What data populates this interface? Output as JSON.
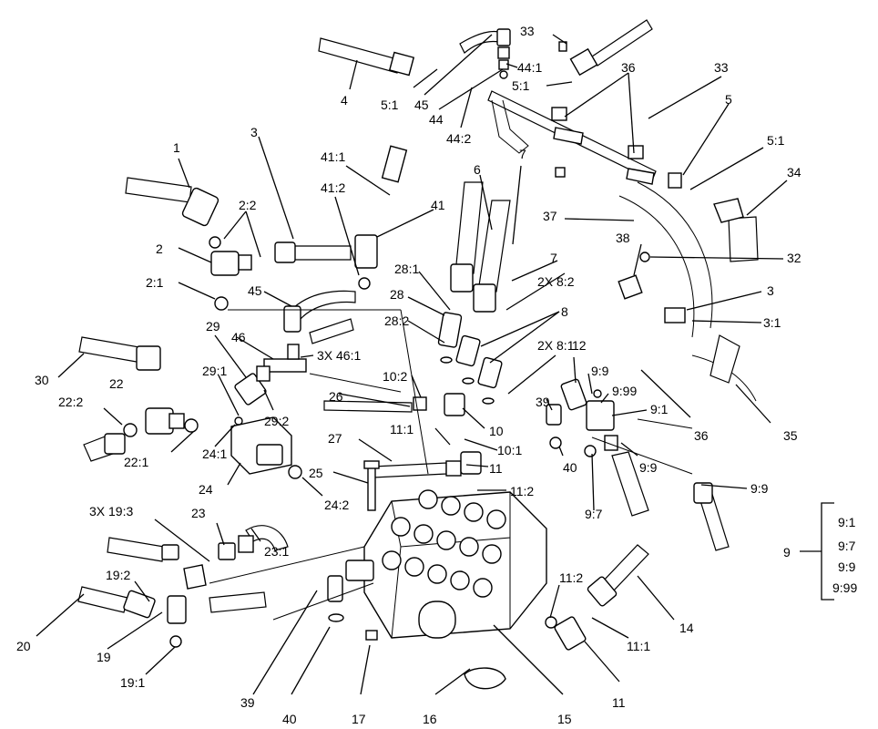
{
  "callouts": [
    {
      "text": "33"
    },
    {
      "text": "44:1"
    },
    {
      "text": "36"
    },
    {
      "text": "33"
    },
    {
      "text": "5:1"
    },
    {
      "text": "4"
    },
    {
      "text": "5:1"
    },
    {
      "text": "45"
    },
    {
      "text": "44"
    },
    {
      "text": "44:2"
    },
    {
      "text": "5"
    },
    {
      "text": "5:1"
    },
    {
      "text": "34"
    },
    {
      "text": "1"
    },
    {
      "text": "3"
    },
    {
      "text": "41:1"
    },
    {
      "text": "2:2"
    },
    {
      "text": "6"
    },
    {
      "text": "7"
    },
    {
      "text": "41:2"
    },
    {
      "text": "41"
    },
    {
      "text": "37"
    },
    {
      "text": "38"
    },
    {
      "text": "32"
    },
    {
      "text": "2"
    },
    {
      "text": "7"
    },
    {
      "text": "28:1"
    },
    {
      "text": "2X 8:2"
    },
    {
      "text": "2:1"
    },
    {
      "text": "45"
    },
    {
      "text": "28"
    },
    {
      "text": "3"
    },
    {
      "text": "3:1"
    },
    {
      "text": "8"
    },
    {
      "text": "28:2"
    },
    {
      "text": "29"
    },
    {
      "text": "46"
    },
    {
      "text": "3X 46:1"
    },
    {
      "text": "2X 8:1"
    },
    {
      "text": "12"
    },
    {
      "text": "30"
    },
    {
      "text": "29:1"
    },
    {
      "text": "10:2"
    },
    {
      "text": "9:9"
    },
    {
      "text": "9:99"
    },
    {
      "text": "22"
    },
    {
      "text": "26"
    },
    {
      "text": "39"
    },
    {
      "text": "9:1"
    },
    {
      "text": "22:2"
    },
    {
      "text": "29:2"
    },
    {
      "text": "10"
    },
    {
      "text": "36"
    },
    {
      "text": "35"
    },
    {
      "text": "11:1"
    },
    {
      "text": "22:1"
    },
    {
      "text": "24:1"
    },
    {
      "text": "27"
    },
    {
      "text": "10:1"
    },
    {
      "text": "9:9"
    },
    {
      "text": "40"
    },
    {
      "text": "11"
    },
    {
      "text": "25"
    },
    {
      "text": "24"
    },
    {
      "text": "24:2"
    },
    {
      "text": "11:2"
    },
    {
      "text": "9:9"
    },
    {
      "text": "3X 19:3"
    },
    {
      "text": "9:7"
    },
    {
      "text": "23"
    },
    {
      "text": "23:1"
    },
    {
      "text": "19:2"
    },
    {
      "text": "14"
    },
    {
      "text": "11:2"
    },
    {
      "text": "20"
    },
    {
      "text": "19"
    },
    {
      "text": "11:1"
    },
    {
      "text": "19:1"
    },
    {
      "text": "39"
    },
    {
      "text": "40"
    },
    {
      "text": "17"
    },
    {
      "text": "16"
    },
    {
      "text": "15"
    },
    {
      "text": "11"
    }
  ],
  "legend": {
    "label": "9",
    "items": [
      "9:1",
      "9:7",
      "9:9",
      "9:99"
    ]
  }
}
